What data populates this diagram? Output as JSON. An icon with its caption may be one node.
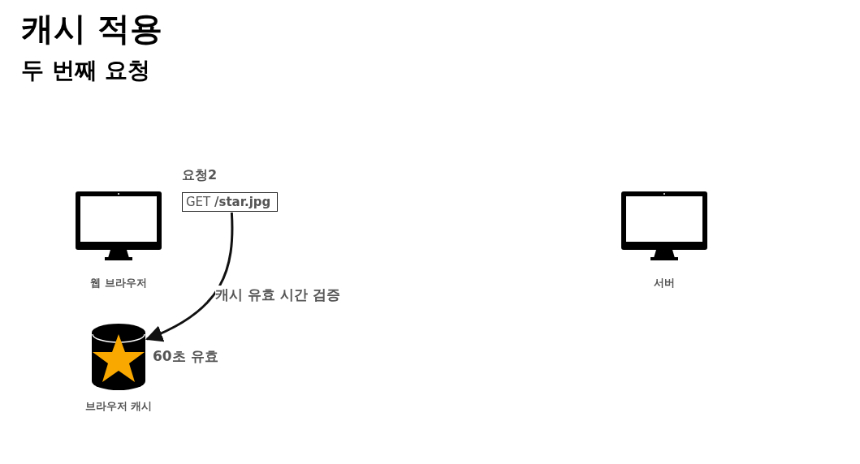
{
  "diagram": {
    "title": "캐시 적용",
    "nodes": [
      {
        "text": [
          "웹 브라우저"
        ]
      },
      {
        "text": [
          "요청2",
          "GET **/star.jpg**"
        ]
      },
      {
        "text": [
          "브라우저 캐시"
        ],
        "beside": [
          "60초 유효"
        ]
      },
      {
        "text": [
          "서버"
        ]
      }
    ],
    "edges": [
      {
        "from": 1,
        "to": 2,
        "arrow": "to",
        "label": "캐시 유효 시간 검증"
      }
    ],
    "labels": [
      "두 번째 요청"
    ]
  }
}
